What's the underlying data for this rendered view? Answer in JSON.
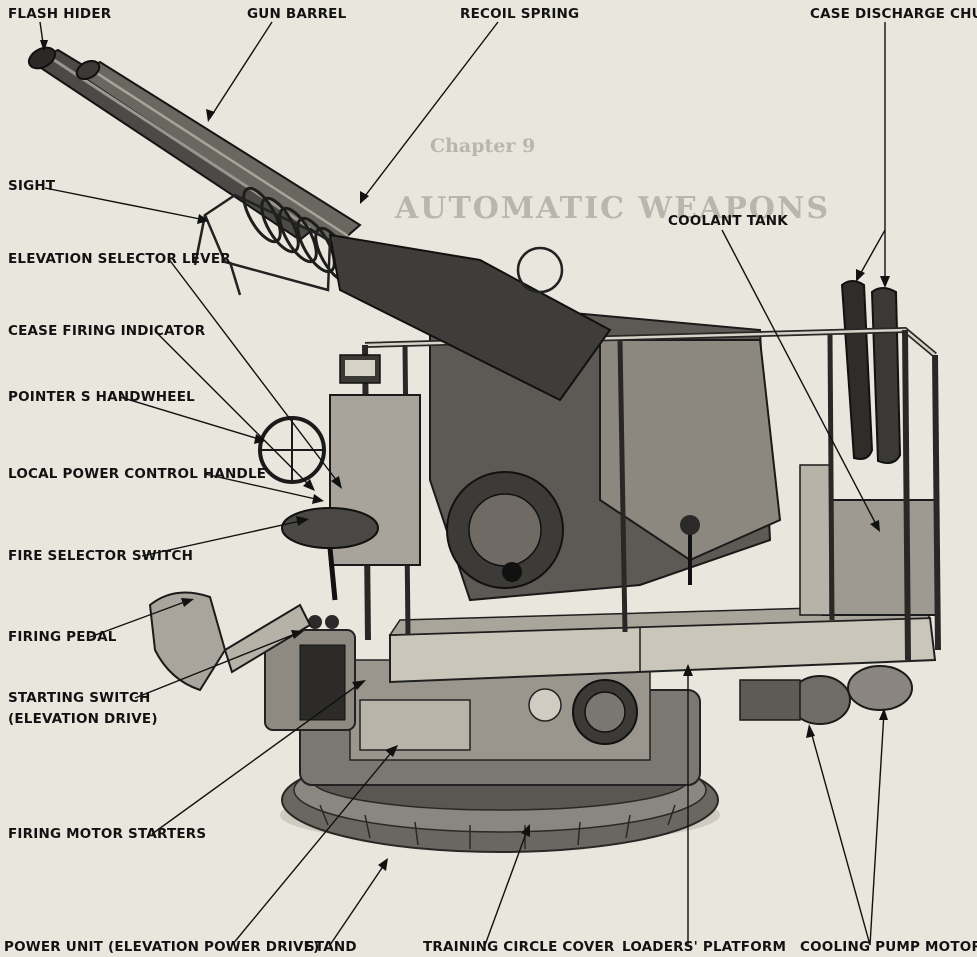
{
  "figure": {
    "background_text": {
      "chapter": "Chapter 9",
      "heading": "AUTOMATIC WEAPONS"
    },
    "labels": {
      "flash_hider": "FLASH HIDER",
      "gun_barrel": "GUN BARREL",
      "recoil_spring": "RECOIL SPRING",
      "case_discharge_chutes": "CASE DISCHARGE CHUTES",
      "sight": "SIGHT",
      "coolant_tank": "COOLANT TANK",
      "elevation_selector_lever": "ELEVATION SELECTOR LEVER",
      "cease_firing_indicator": "CEASE FIRING INDICATOR",
      "pointers_handwheel": "POINTER S HANDWHEEL",
      "local_power_control_handle": "LOCAL POWER CONTROL HANDLE",
      "fire_selector_switch": "FIRE SELECTOR SWITCH",
      "firing_pedal": "FIRING PEDAL",
      "starting_switch_line1": "STARTING SWITCH",
      "starting_switch_line2": "(ELEVATION DRIVE)",
      "firing_motor_starters": "FIRING MOTOR STARTERS",
      "power_unit": "POWER UNIT (ELEVATION POWER DRIVE)",
      "stand": "STAND",
      "training_circle_cover": "TRAINING CIRCLE COVER",
      "loaders_platform": "LOADERS' PLATFORM",
      "cooling_pump_motors": "COOLING PUMP MOTORS"
    }
  }
}
